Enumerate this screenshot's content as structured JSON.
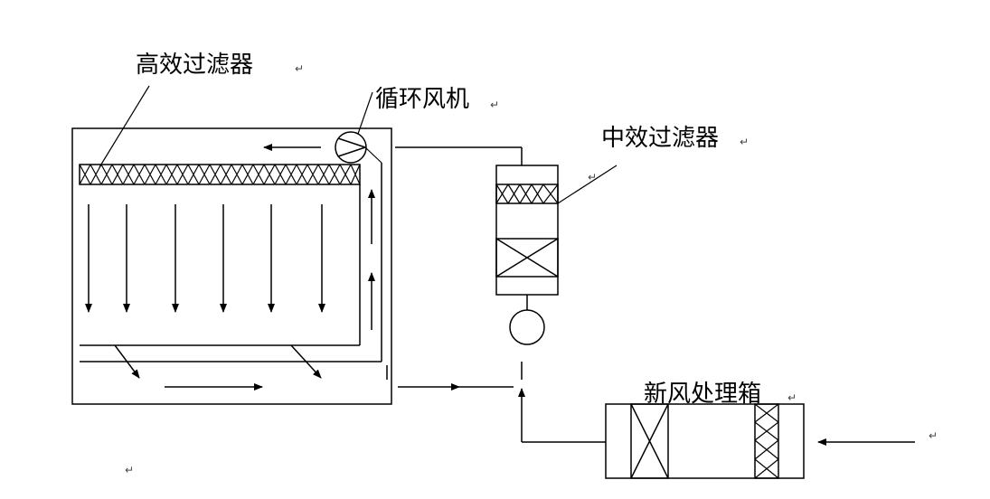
{
  "labels": {
    "hepa_filter": "高效过滤器",
    "circulation_fan": "循环风机",
    "medium_filter": "中效过滤器",
    "fresh_air_unit": "新风处理箱"
  },
  "marks": {
    "return_mark": "↵"
  }
}
